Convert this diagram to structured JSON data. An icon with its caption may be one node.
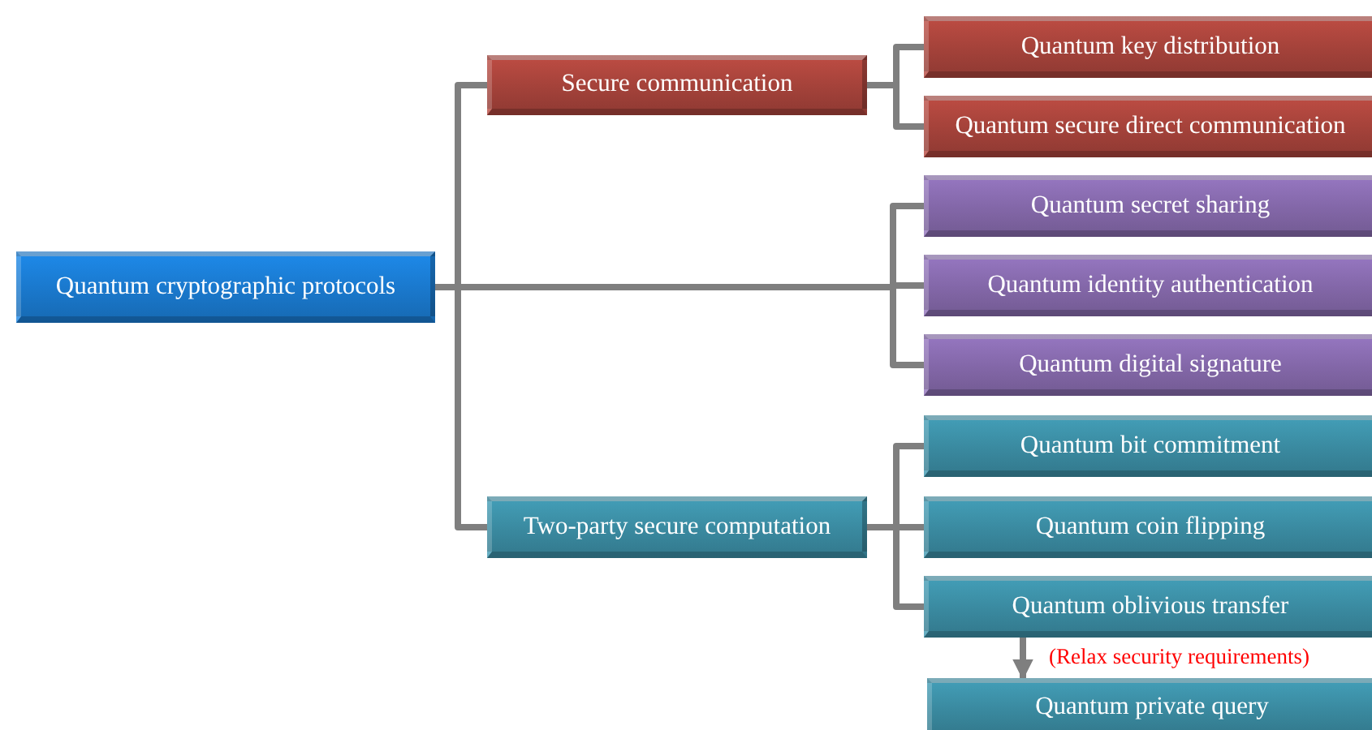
{
  "diagram": {
    "nodes": [
      {
        "text": [
          "Quantum cryptographic protocols"
        ]
      },
      {
        "text": [
          "Secure communication"
        ]
      },
      {
        "text": [
          "Quantum key distribution"
        ]
      },
      {
        "text": [
          "Quantum secure direct communication"
        ]
      },
      {
        "text": [
          "Quantum secret sharing"
        ]
      },
      {
        "text": [
          "Quantum identity authentication"
        ]
      },
      {
        "text": [
          "Quantum digital signature"
        ]
      },
      {
        "text": [
          "Two-party secure computation"
        ]
      },
      {
        "text": [
          "Quantum bit commitment"
        ]
      },
      {
        "text": [
          "Quantum coin flipping"
        ]
      },
      {
        "text": [
          "Quantum oblivious transfer"
        ]
      },
      {
        "text": [
          "Quantum private query"
        ]
      }
    ],
    "edges": [
      {
        "from": 0,
        "to": 1,
        "arrow": "none"
      },
      {
        "from": 0,
        "to": 7,
        "arrow": "none"
      },
      {
        "from": 0,
        "to": 4,
        "arrow": "none"
      },
      {
        "from": 0,
        "to": 5,
        "arrow": "none"
      },
      {
        "from": 0,
        "to": 6,
        "arrow": "none"
      },
      {
        "from": 1,
        "to": 2,
        "arrow": "none"
      },
      {
        "from": 1,
        "to": 3,
        "arrow": "none"
      },
      {
        "from": 7,
        "to": 8,
        "arrow": "none"
      },
      {
        "from": 7,
        "to": 9,
        "arrow": "none"
      },
      {
        "from": 7,
        "to": 10,
        "arrow": "none"
      },
      {
        "from": 10,
        "to": 11,
        "arrow": "to",
        "label": "(Relax security requirements)"
      }
    ]
  }
}
